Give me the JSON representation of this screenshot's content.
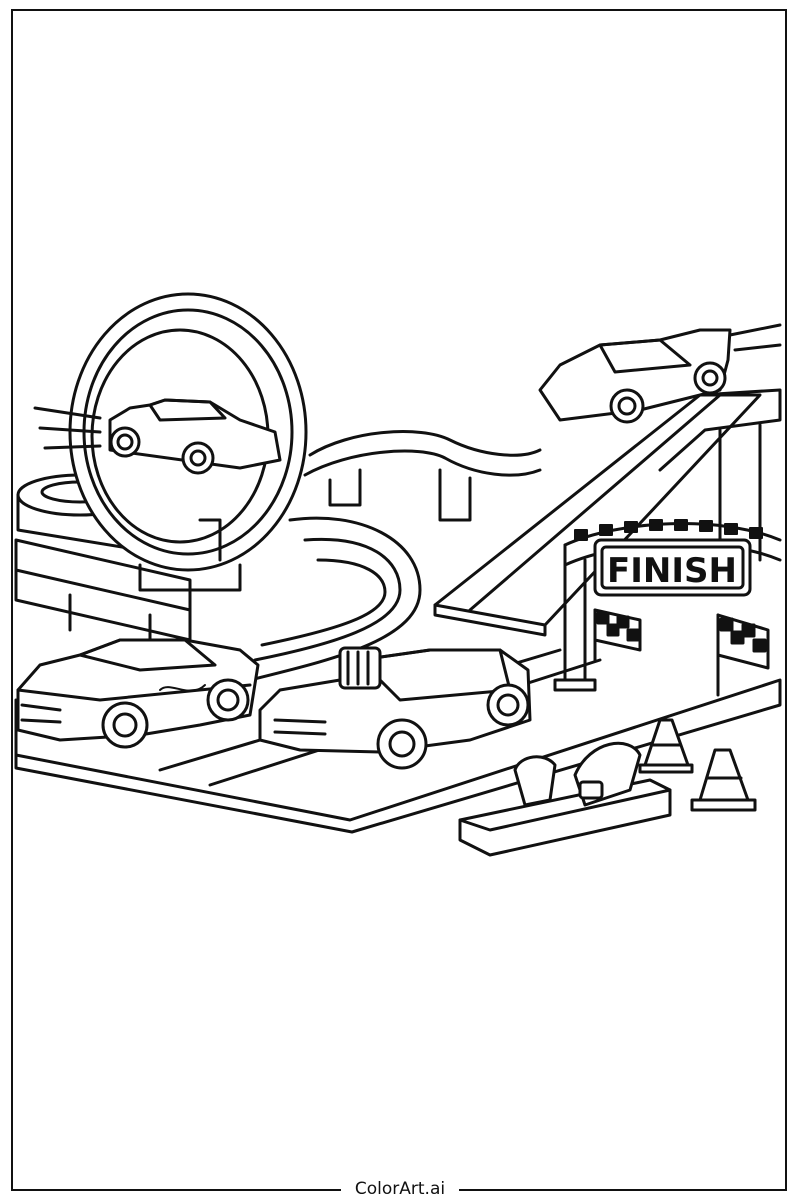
{
  "scene": {
    "banner_text": "FINISH",
    "line_color": "#111111",
    "background_color": "#ffffff",
    "style": "black-and-white coloring page line art",
    "subjects": [
      "loop-track",
      "stunt-ramp",
      "finish-arch",
      "race-cars",
      "checkered-flags",
      "traffic-cones",
      "launcher-pads"
    ]
  },
  "footer": {
    "credit": "ColorArt.ai"
  }
}
